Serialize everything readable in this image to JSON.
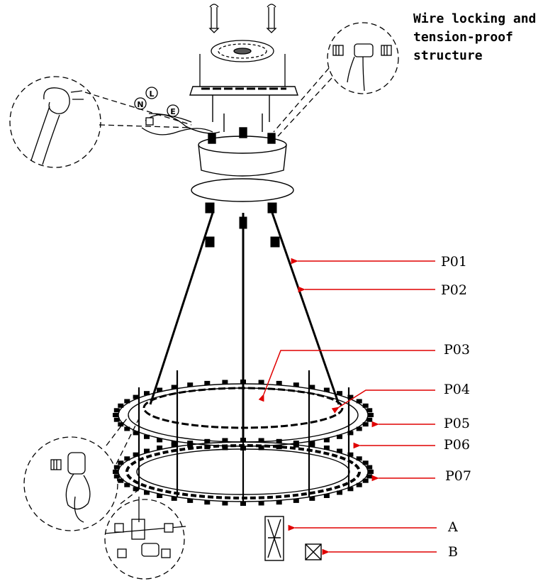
{
  "note_lines": [
    "Wire locking and",
    "tension-proof",
    "structure"
  ],
  "wire_labels": {
    "n": "N",
    "l": "L",
    "e": "E"
  },
  "parts": [
    {
      "id": "p01",
      "label": "P01"
    },
    {
      "id": "p02",
      "label": "P02"
    },
    {
      "id": "p03",
      "label": "P03"
    },
    {
      "id": "p04",
      "label": "P04"
    },
    {
      "id": "p05",
      "label": "P05"
    },
    {
      "id": "p06",
      "label": "P06"
    },
    {
      "id": "p07",
      "label": "P07"
    },
    {
      "id": "a",
      "label": "A"
    },
    {
      "id": "b",
      "label": "B"
    }
  ],
  "colors": {
    "line": "#000000",
    "leader": "#e00000",
    "background": "#ffffff"
  }
}
